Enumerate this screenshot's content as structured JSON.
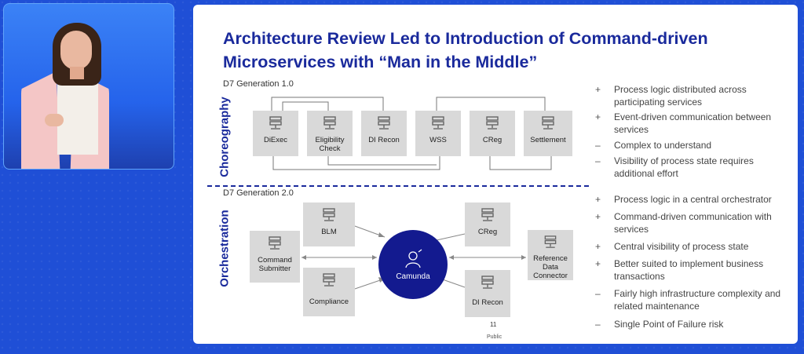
{
  "slide": {
    "title_line1": "Architecture Review Led to Introduction of Command-driven",
    "title_line2": "Microservices with “Man in the Middle”",
    "gen1_label": "D7 Generation 1.0",
    "gen2_label": "D7 Generation 2.0",
    "choreography_label": "Choreography",
    "orchestration_label": "Orchestration",
    "choreography_boxes": [
      {
        "label": "DiExec"
      },
      {
        "label": "Eligibility Check"
      },
      {
        "label": "DI Recon"
      },
      {
        "label": "WSS"
      },
      {
        "label": "CReg"
      },
      {
        "label": "Settlement"
      }
    ],
    "orchestration": {
      "center": "Camunda",
      "blm": "BLM",
      "creg": "CReg",
      "command_submitter": "Command Submitter",
      "reference_data_connector": "Reference Data Connector",
      "compliance": "Compliance",
      "di_recon": "DI Recon"
    },
    "choreography_bullets": [
      {
        "marker": "+",
        "text": "Process logic distributed across participating services"
      },
      {
        "marker": "+",
        "text": "Event-driven communication between services"
      },
      {
        "marker": "–",
        "text": "Complex to understand"
      },
      {
        "marker": "–",
        "text": "Visibility of process state requires additional effort"
      }
    ],
    "orchestration_bullets": [
      {
        "marker": "+",
        "text": "Process logic in a central orchestrator"
      },
      {
        "marker": "+",
        "text": "Command-driven communication with services"
      },
      {
        "marker": "+",
        "text": "Central visibility of process state"
      },
      {
        "marker": "+",
        "text": "Better suited to implement business transactions"
      },
      {
        "marker": "–",
        "text": "Fairly high infrastructure complexity and related maintenance"
      },
      {
        "marker": "–",
        "text": "Single Point of Failure risk"
      }
    ],
    "page_number": "11",
    "classification": "Public"
  },
  "colors": {
    "title": "#1a2a9c",
    "camunda": "#131a8f",
    "box": "#d9d9d9",
    "background": "#1f4fd6"
  }
}
